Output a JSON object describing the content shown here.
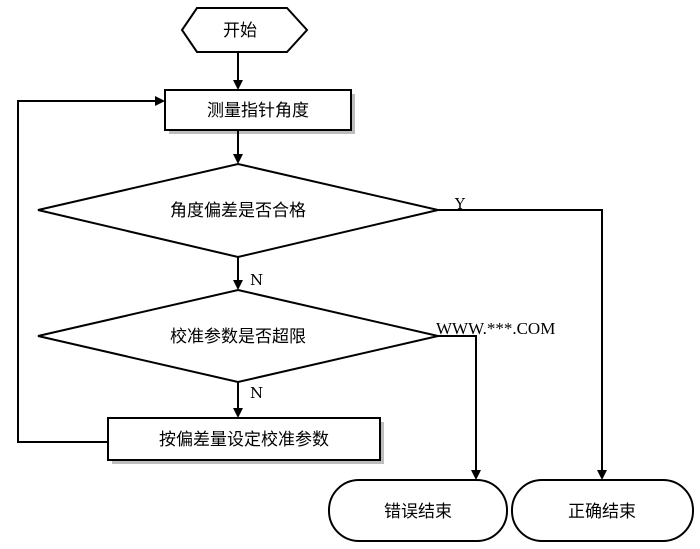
{
  "flowchart": {
    "start": "开始",
    "measure": "测量指针角度",
    "check_deviation": "角度偏差是否合格",
    "check_limit": "校准参数是否超限",
    "set_params": "按偏差量设定校准参数",
    "end_error": "错误结束",
    "end_ok": "正确结束"
  },
  "edge_labels": {
    "yes": "Y",
    "no_1": "N",
    "no_2": "N"
  },
  "watermark": "WWW.***.COM"
}
